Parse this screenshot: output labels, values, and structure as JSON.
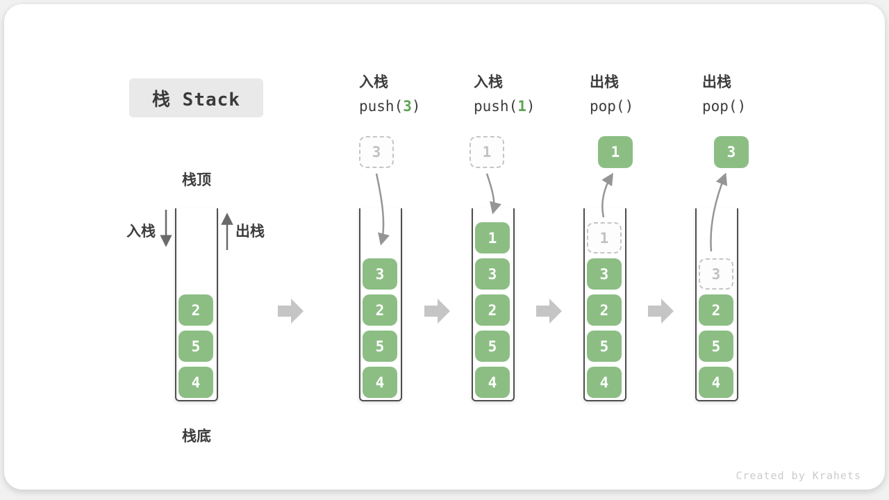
{
  "title": "栈 Stack",
  "watermark": "Created by Krahets",
  "side_labels": {
    "push": "入栈",
    "pop": "出栈",
    "top": "栈顶",
    "bottom": "栈底"
  },
  "colors": {
    "cell_green": "#8CBE84",
    "code_arg_green": "#5FA355",
    "ghost_gray": "#C2C2C2",
    "block_arrow_gray": "#C5C5C5"
  },
  "initial_stack": {
    "cells": [
      "2",
      "5",
      "4"
    ]
  },
  "steps": [
    {
      "op": "入栈",
      "code_pre": "push(",
      "code_arg": "3",
      "code_post": ")",
      "incoming_value": "3",
      "cells": [
        "3",
        "2",
        "5",
        "4"
      ]
    },
    {
      "op": "入栈",
      "code_pre": "push(",
      "code_arg": "1",
      "code_post": ")",
      "incoming_value": "1",
      "cells": [
        "1",
        "3",
        "2",
        "5",
        "4"
      ]
    },
    {
      "op": "出栈",
      "code_pre": "pop(",
      "code_arg": "",
      "code_post": ")",
      "popped_value": "1",
      "ghost_value": "1",
      "cells": [
        "3",
        "2",
        "5",
        "4"
      ]
    },
    {
      "op": "出栈",
      "code_pre": "pop(",
      "code_arg": "",
      "code_post": ")",
      "popped_value": "3",
      "ghost_value": "3",
      "cells": [
        "2",
        "5",
        "4"
      ]
    }
  ]
}
